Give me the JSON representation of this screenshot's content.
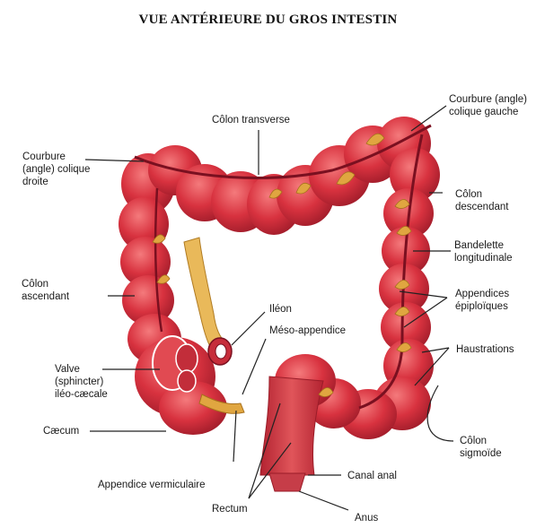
{
  "title": "VUE ANTÉRIEURE DU GROS INTESTIN",
  "labels": {
    "colon_transverse": "Côlon transverse",
    "courbure_gauche": [
      "Courbure (angle)",
      "colique gauche"
    ],
    "courbure_droite": [
      "Courbure",
      "(angle) colique",
      "droite"
    ],
    "colon_descendant": [
      "Côlon",
      "descendant"
    ],
    "bandelette": [
      "Bandelette",
      "longitudinale"
    ],
    "colon_ascendant": [
      "Côlon",
      "ascendant"
    ],
    "appendices_epiploiques": [
      "Appendices",
      "épiploïques"
    ],
    "ileon": "Iléon",
    "meso_appendice": "Méso-appendice",
    "haustrations": "Haustrations",
    "valve": [
      "Valve",
      "(sphincter)",
      "iléo-cæcale"
    ],
    "caecum": "Cæcum",
    "colon_sigmoide": [
      "Côlon",
      "sigmoïde"
    ],
    "canal_anal": "Canal anal",
    "appendice_vermiculaire": "Appendice vermiculaire",
    "rectum": "Rectum",
    "anus": "Anus"
  },
  "colors": {
    "colon": "#d8323f",
    "colon_dark": "#a81e2c",
    "colon_light": "#f06a6e",
    "fat": "#e0a640",
    "ileum": "#e9b95a",
    "leader": "#222222"
  }
}
